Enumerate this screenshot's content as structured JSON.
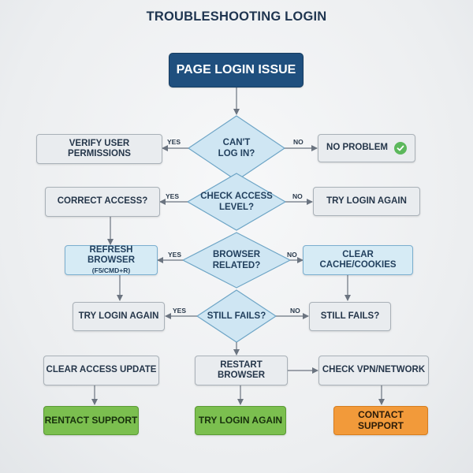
{
  "title": "TROUBLESHOOTING LOGIN",
  "nodes": {
    "start": "PAGE LOGIN ISSUE",
    "cant_login": "CAN'T\nLOG IN?",
    "verify_permissions": "VERIFY USER PERMISSIONS",
    "no_problem": "NO PROBLEM",
    "correct_access": "CORRECT ACCESS?",
    "check_access": "CHECK ACCESS\nLEVEL?",
    "try_login_right": "TRY LOGIN AGAIN",
    "refresh_browser": "REFRESH BROWSER",
    "refresh_browser_sub": "(F5/CMD+R)",
    "browser_related": "BROWSER RELATED?",
    "clear_cache": "CLEAR CACHE/COOKIES",
    "try_login_left": "TRY LOGIN AGAIN",
    "still_fails_diamond": "STILL FAILS?",
    "still_fails_box": "STILL FAILS?",
    "clear_access_update": "CLEAR ACCESS UPDATE",
    "restart_browser": "RESTART BROWSER",
    "check_vpn": "CHECK VPN/NETWORK",
    "rentact_support": "RENTACT SUPPORT",
    "try_login_bottom": "TRY LOGIN AGAIN",
    "contact_support": "CONTACT SUPPORT"
  },
  "edge_labels": {
    "yes": "YES",
    "no": "NO"
  },
  "colors": {
    "navy": "#1f4f7e",
    "gray_box": "#e9ecef",
    "blue_box": "#d6ebf5",
    "diamond": "#cfe6f3",
    "green": "#7bbf4f",
    "orange": "#f29a3a",
    "check": "#5cb85c"
  },
  "icons": {
    "no_problem": "check-circle-icon"
  }
}
